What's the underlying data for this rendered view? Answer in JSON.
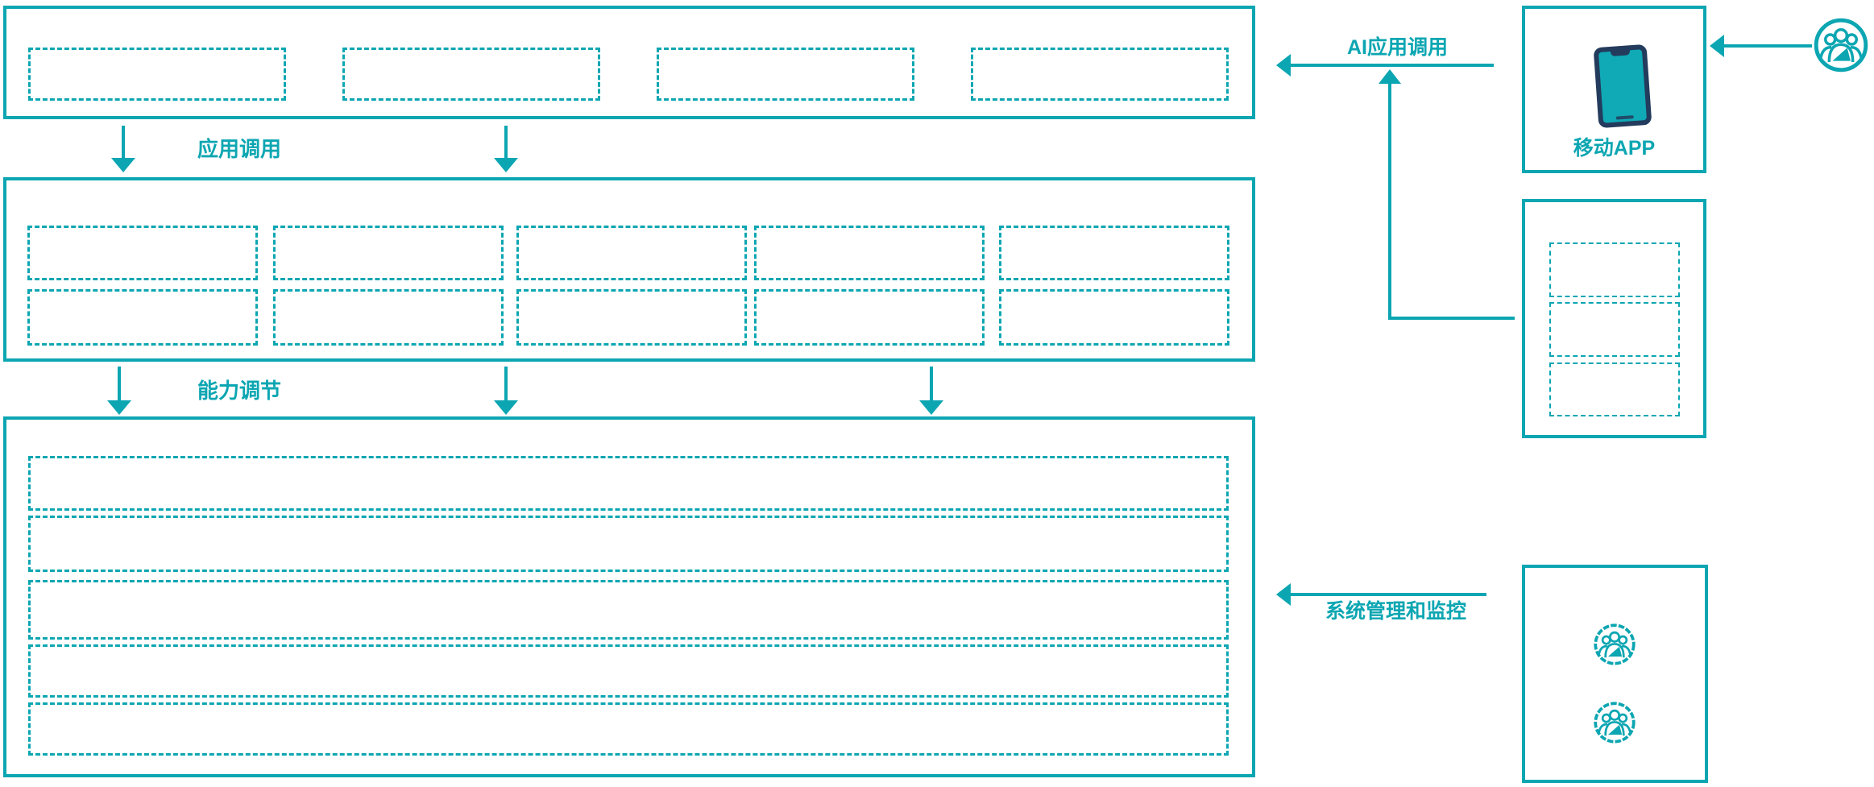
{
  "theme": {
    "accent_color": "#0ca6b2",
    "phone_body_color": "#233b5c",
    "phone_screen_color": "#10a9b6",
    "background_color": "#ffffff"
  },
  "labels": {
    "app_call": "应用调用",
    "capability_adjust": "能力调节",
    "ai_app_call": "AI应用调用",
    "mobile_app": "移动APP",
    "system_management": "系统管理和监控"
  },
  "panels": {
    "top_layer": {
      "placeholder_box_count": 4
    },
    "middle_layer": {
      "placeholder_rows": 2,
      "placeholder_columns": 5
    },
    "bottom_layer": {
      "placeholder_row_count": 5
    },
    "mobile_app_panel": {
      "icon": "smartphone-icon"
    },
    "integration_panel": {
      "placeholder_box_count": 3
    },
    "admin_panel": {
      "icon": "users-icon",
      "icon_count": 2
    },
    "external_user": {
      "icon": "users-icon"
    }
  }
}
